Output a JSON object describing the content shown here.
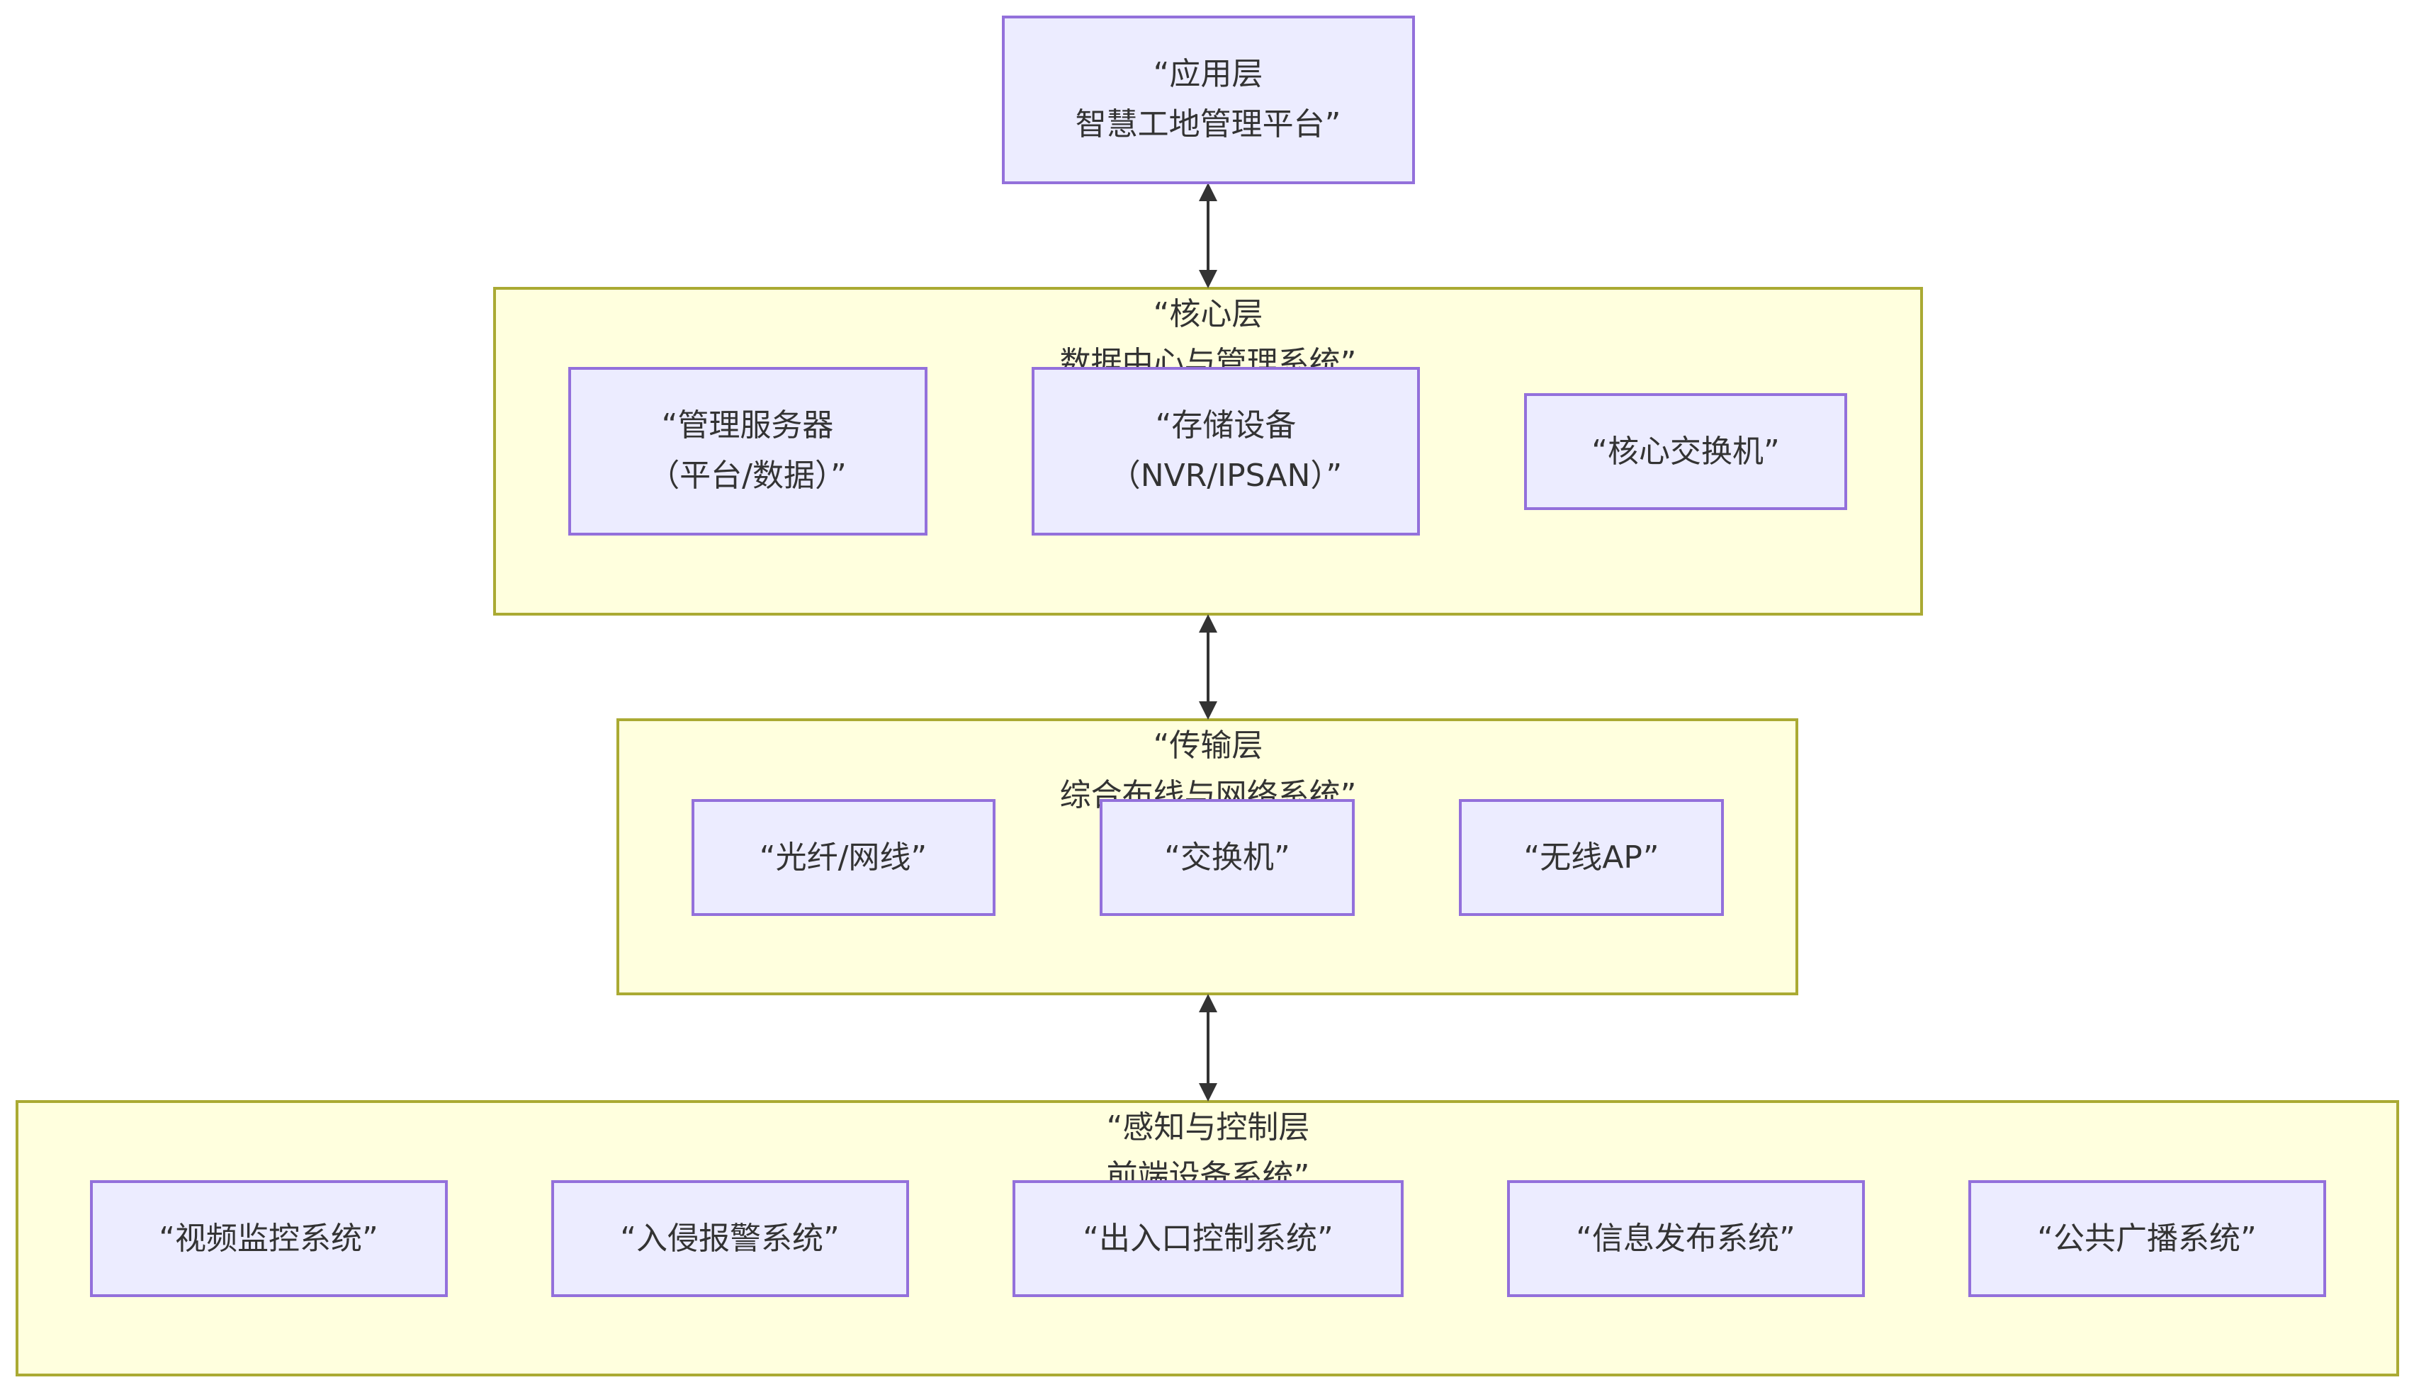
{
  "nodes": {
    "app": {
      "line1": "“应用层",
      "line2": "智慧工地管理平台”"
    },
    "mgmt_server": {
      "line1": "“管理服务器",
      "line2": "（平台/数据）”"
    },
    "storage": {
      "line1": "“存储设备",
      "line2": "（NVR/IPSAN）”"
    },
    "core_switch": {
      "line1": "“核心交换机”"
    },
    "fiber": {
      "line1": "“光纤/网线”"
    },
    "switch": {
      "line1": "“交换机”"
    },
    "wireless_ap": {
      "line1": "“无线AP”"
    },
    "video": {
      "line1": "“视频监控系统”"
    },
    "intrusion": {
      "line1": "“入侵报警系统”"
    },
    "access": {
      "line1": "“出入口控制系统”"
    },
    "info": {
      "line1": "“信息发布系统”"
    },
    "broadcast": {
      "line1": "“公共广播系统”"
    }
  },
  "clusters": {
    "core": {
      "line1": "“核心层",
      "line2": "数据中心与管理系统”"
    },
    "transport": {
      "line1": "“传输层",
      "line2": "综合布线与网络系统”"
    },
    "perception": {
      "line1": "“感知与控制层",
      "line2": "前端设备系统”"
    }
  },
  "colors": {
    "cluster_fill": "#ffffde",
    "cluster_stroke": "#aaaa33",
    "node_fill": "#ececff",
    "node_stroke": "#9370db",
    "edge": "#333333"
  }
}
